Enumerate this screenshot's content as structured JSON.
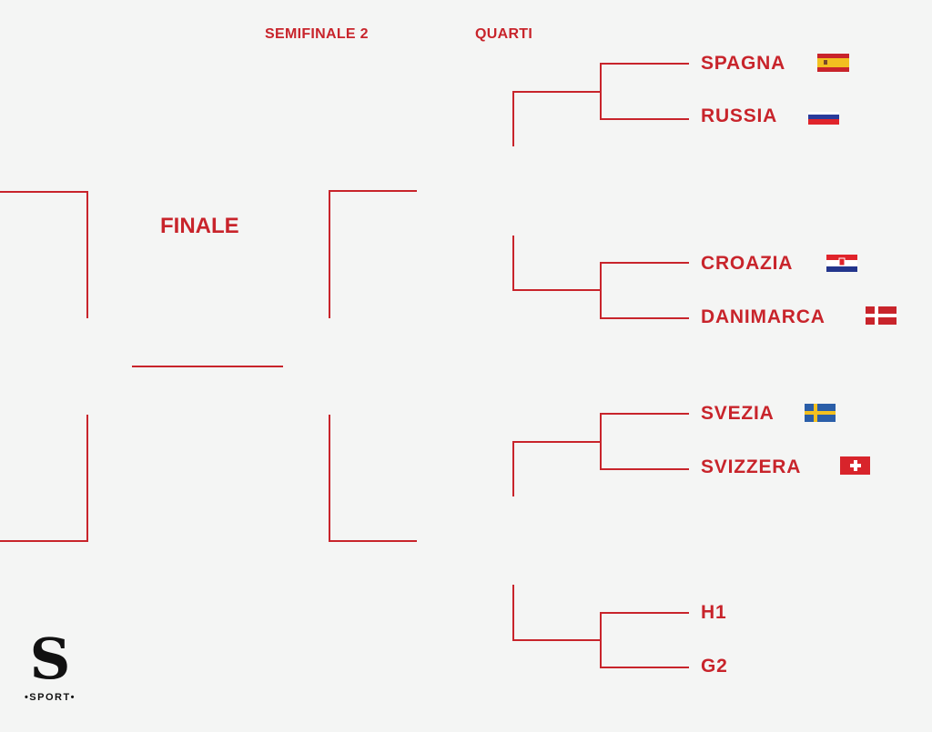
{
  "headers": {
    "semifinal": "SEMIFINALE 2",
    "quarters": "QUARTI",
    "final": "FINALE"
  },
  "teams": [
    {
      "name": "SPAGNA",
      "flag": "spain-flag"
    },
    {
      "name": "RUSSIA",
      "flag": "russia-flag"
    },
    {
      "name": "CROAZIA",
      "flag": "croatia-flag"
    },
    {
      "name": "DANIMARCA",
      "flag": "denmark-flag"
    },
    {
      "name": "SVEZIA",
      "flag": "sweden-flag"
    },
    {
      "name": "SVIZZERA",
      "flag": "switzerland-flag"
    },
    {
      "name": "H1"
    },
    {
      "name": "G2"
    }
  ],
  "logo": {
    "letter": "S",
    "text": "SPORT"
  },
  "colors": {
    "accent": "#c8242b",
    "background": "#f4f5f4"
  }
}
